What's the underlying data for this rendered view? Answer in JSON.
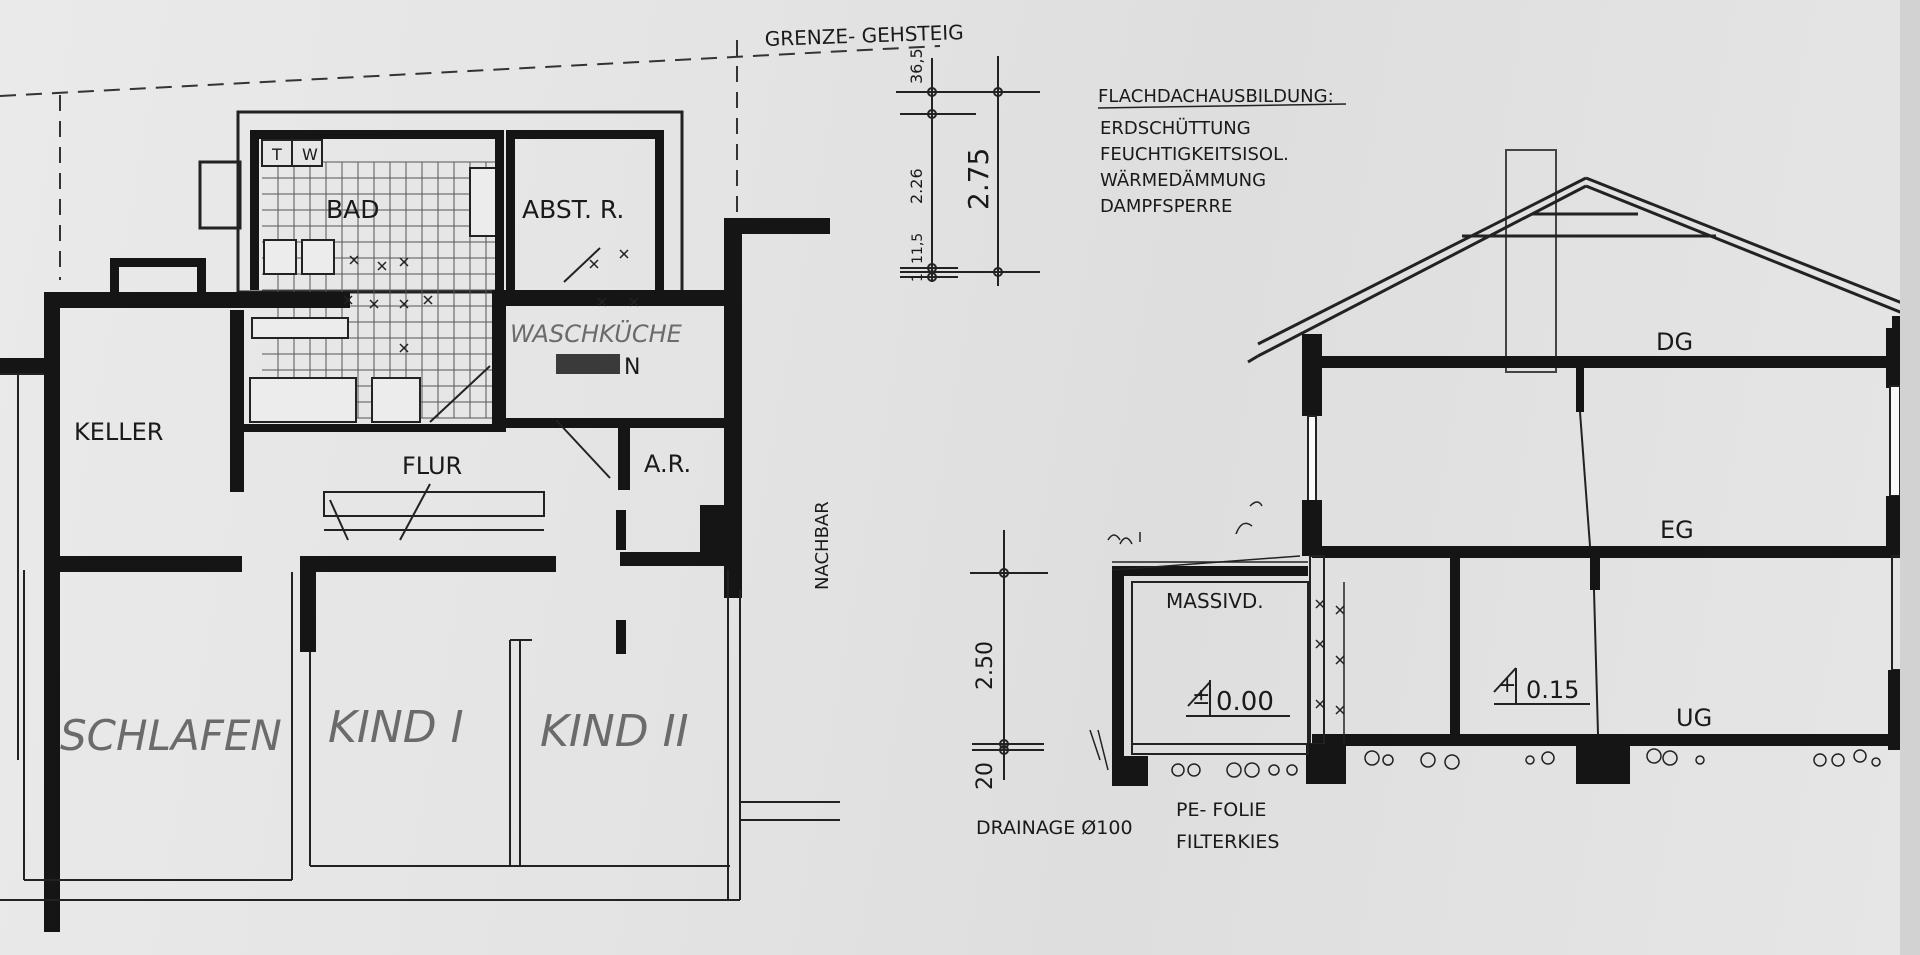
{
  "plan": {
    "boundary_label": "GRENZE- GEHSTEIG",
    "rooms": {
      "bad": "BAD",
      "abstr": "ABST. R.",
      "waschkueche": "WASCHKÜCHE",
      "waschkueche_tail": "N",
      "keller": "KELLER",
      "flur": "FLUR",
      "ar": "A.R.",
      "schlafen": "SCHLAFEN",
      "kind1": "KIND I",
      "kind2": "KIND II"
    },
    "appliances": {
      "t": "T",
      "w": "W"
    },
    "neighbour": "NACHBAR"
  },
  "dimensions": {
    "d1": "36,5",
    "d2": "2.26",
    "d3": "11,5",
    "d4": "1",
    "total_upper": "2.75",
    "lower": "2.50",
    "base": "20"
  },
  "roof_build": {
    "heading": "FLACHDACHAUSBILDUNG:",
    "layers": [
      "ERDSCHÜTTUNG",
      "FEUCHTIGKEITSISOL.",
      "WÄRMEDÄMMUNG",
      "DAMPFSPERRE"
    ]
  },
  "section": {
    "levels": {
      "dg": "DG",
      "eg": "EG",
      "ug": "UG"
    },
    "massivd": "MASSIVD.",
    "elev_left": "0.00",
    "elev_right": "0.15",
    "drainage": "DRAINAGE Ø100",
    "pe_folie": "PE- FOLIE",
    "filterkies": "FILTERKIES"
  }
}
